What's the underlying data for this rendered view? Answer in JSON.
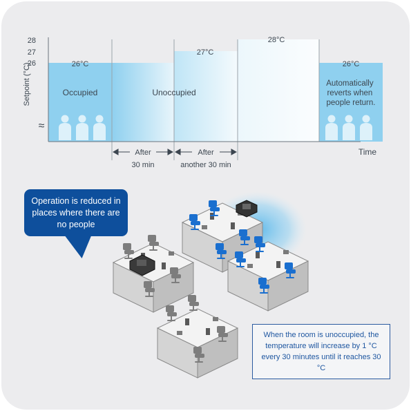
{
  "chart": {
    "y_axis_label": "Setpoint (°C)",
    "x_axis_label": "Time",
    "y_ticks": [
      "28",
      "27",
      "26"
    ],
    "break_symbol": "≈",
    "segments": [
      {
        "name": "occupied-start",
        "value_label": "26°C",
        "setpoint": 26,
        "state_label": "Occupied"
      },
      {
        "name": "unoccupied",
        "value_label": "",
        "setpoint": 26,
        "state_label": "Unoccupied"
      },
      {
        "name": "unoccupied-plus-30",
        "value_label": "27°C",
        "setpoint": 27,
        "state_label": ""
      },
      {
        "name": "unoccupied-plus-60",
        "value_label": "28°C",
        "setpoint": 28,
        "state_label": ""
      },
      {
        "name": "occupied-return",
        "value_label": "26°C",
        "setpoint": 26,
        "state_label": "Automatically reverts when people return."
      }
    ],
    "intervals": [
      {
        "label_line1": "After",
        "label_line2": "30 min"
      },
      {
        "label_line1": "After",
        "label_line2": "another 30 min"
      }
    ]
  },
  "callout": {
    "text": "Operation is reduced in places where there are no people"
  },
  "note": {
    "text": "When the room is unoccupied, the temperature will increase by 1 °C every 30 minutes until it reaches 30 °C"
  },
  "colors": {
    "card_bg": "#ececee",
    "occupied_fill": "#8fd0ef",
    "callout_bg": "#0e4f9c",
    "people_active": "#1a6fcf",
    "note_border": "#2a5aa0"
  }
}
